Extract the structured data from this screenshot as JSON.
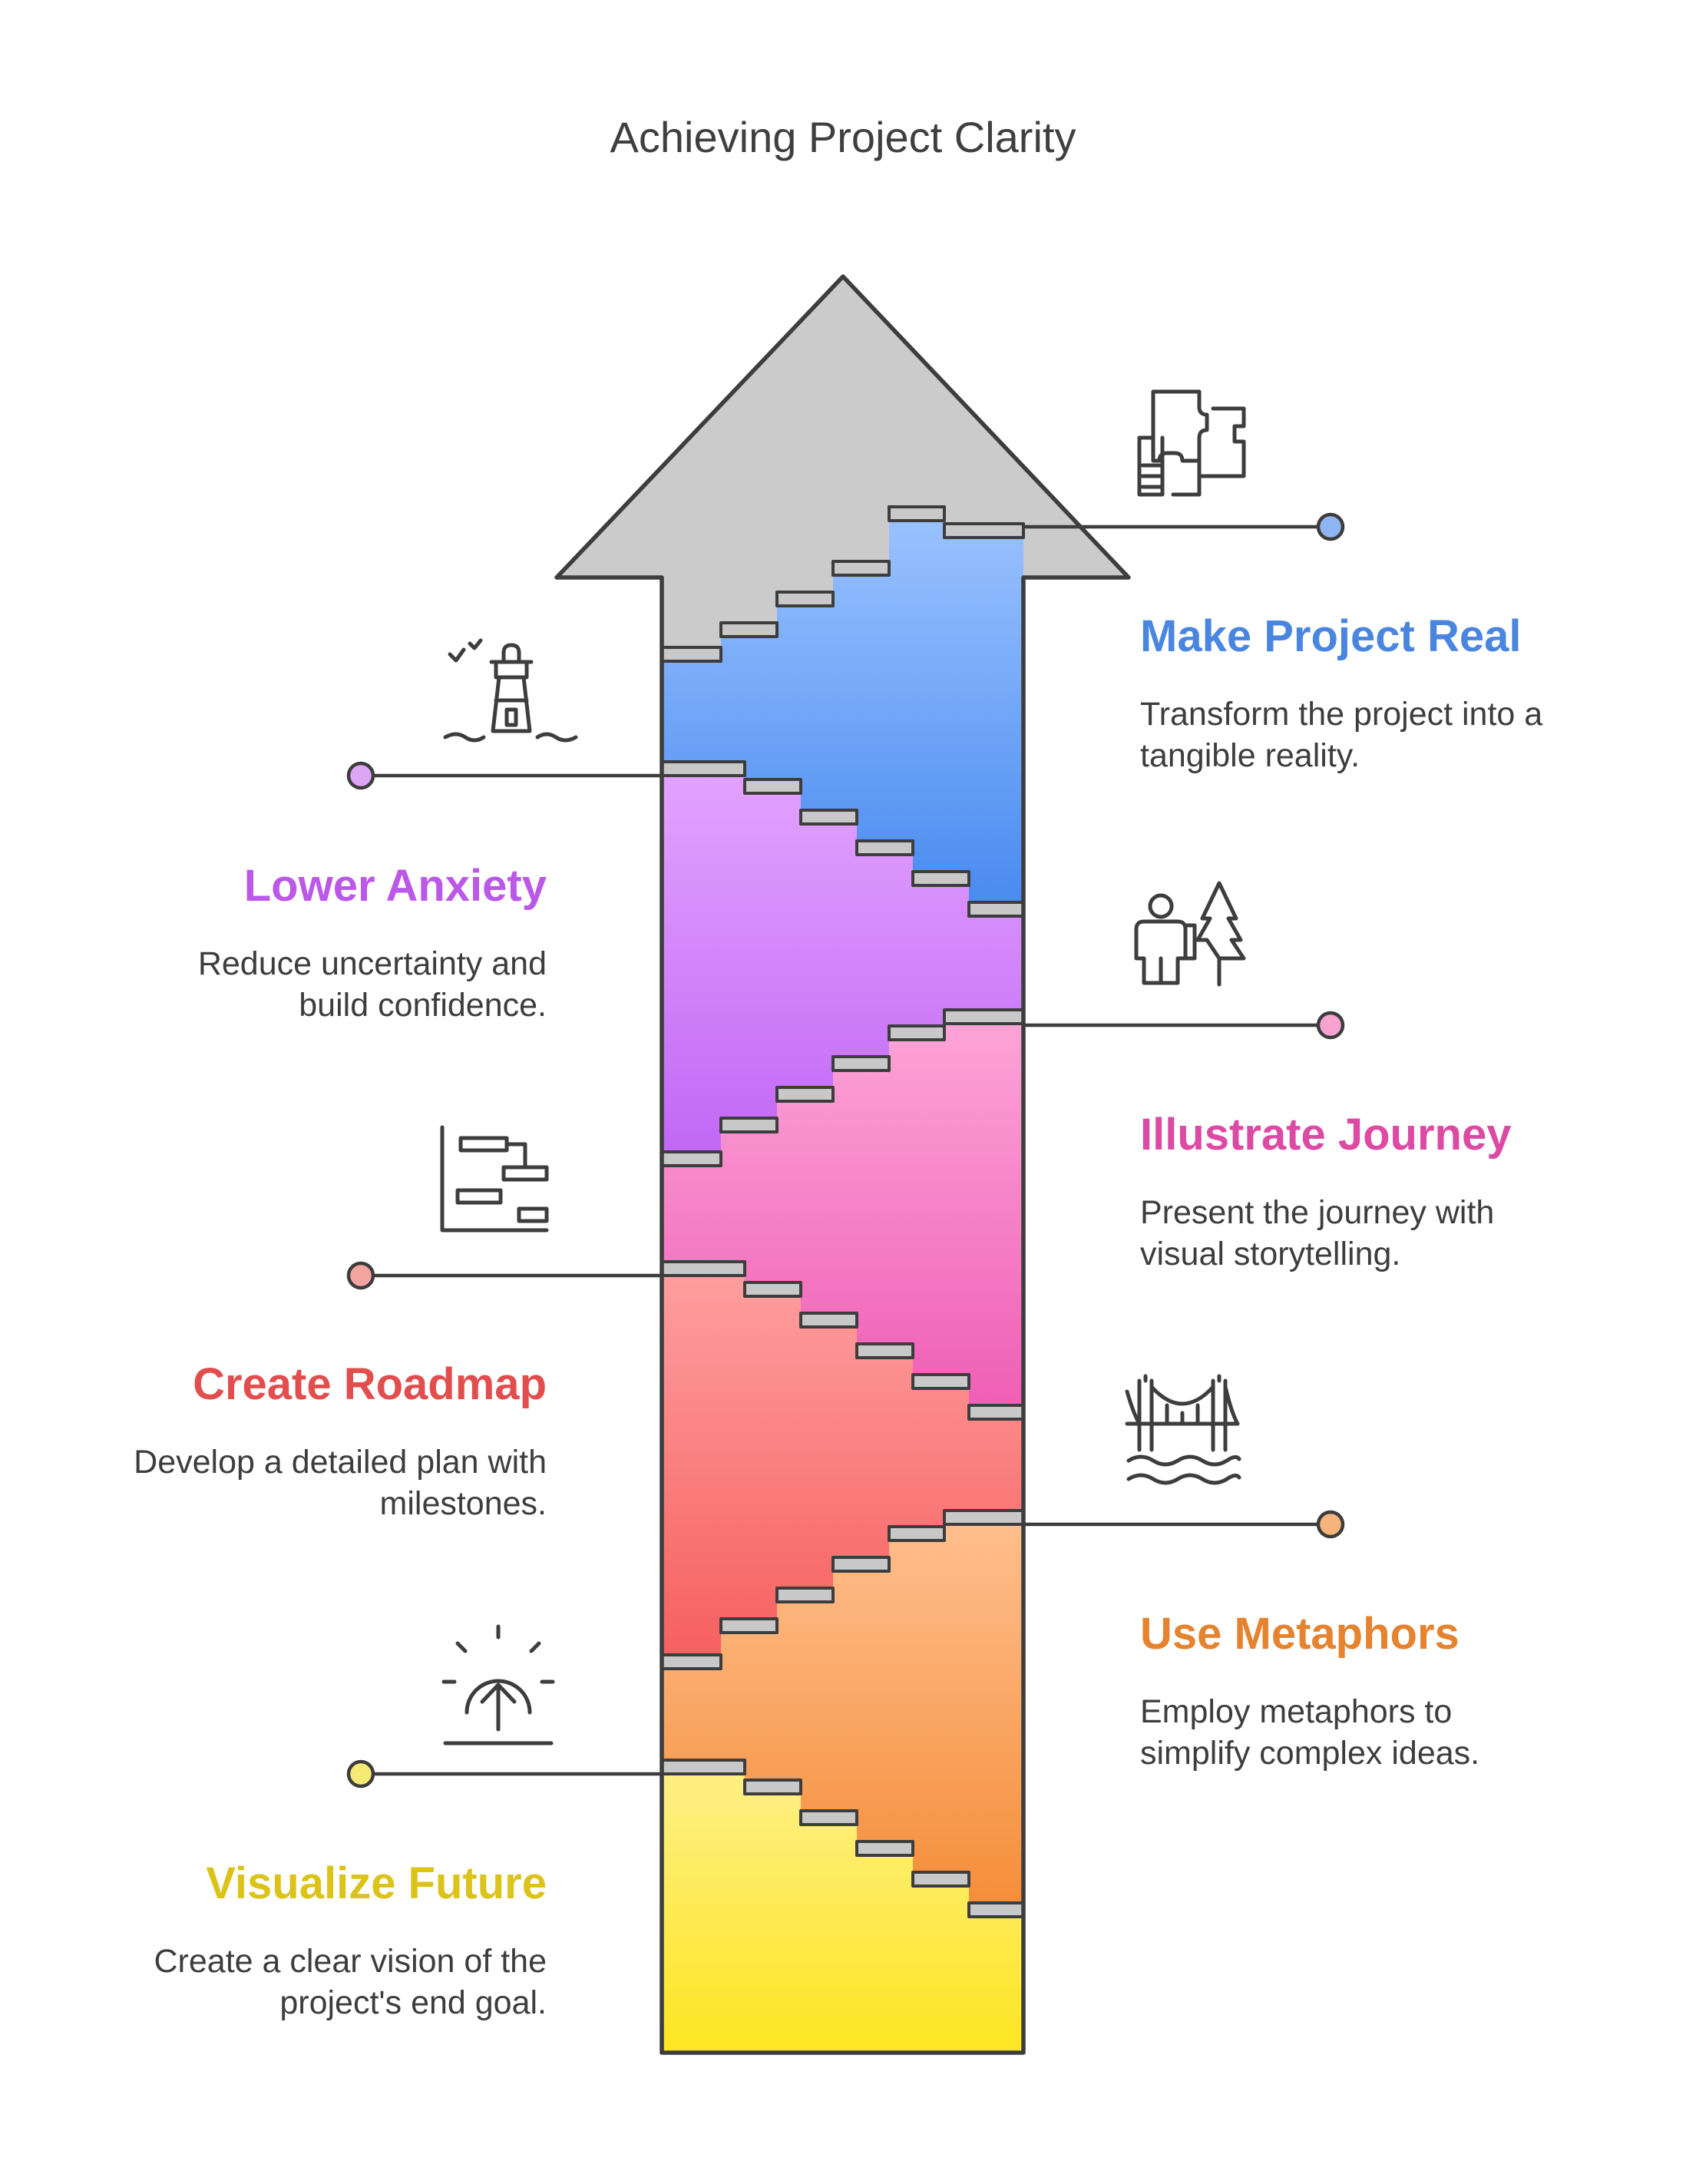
{
  "title": "Achieving Project Clarity",
  "steps": [
    {
      "id": "make-project-real",
      "title": "Make Project Real",
      "desc_lines": [
        "Transform the project into a",
        "tangible reality."
      ],
      "color": "#4a86e0",
      "icon": "puzzle-icon"
    },
    {
      "id": "lower-anxiety",
      "title": "Lower Anxiety",
      "desc_lines": [
        "Reduce uncertainty and",
        "build confidence."
      ],
      "color": "#bb58e8",
      "icon": "lighthouse-icon"
    },
    {
      "id": "illustrate-journey",
      "title": "Illustrate Journey",
      "desc_lines": [
        "Present the journey with",
        "visual storytelling."
      ],
      "color": "#dc4aa3",
      "icon": "hiker-tree-icon"
    },
    {
      "id": "create-roadmap",
      "title": "Create Roadmap",
      "desc_lines": [
        "Develop a detailed plan with",
        "milestones."
      ],
      "color": "#e24e4e",
      "icon": "gantt-chart-icon"
    },
    {
      "id": "use-metaphors",
      "title": "Use Metaphors",
      "desc_lines": [
        "Employ metaphors to",
        "simplify complex ideas."
      ],
      "color": "#e5832f",
      "icon": "bridge-icon"
    },
    {
      "id": "visualize-future",
      "title": "Visualize Future",
      "desc_lines": [
        "Create a clear vision of the",
        "project's end goal."
      ],
      "color": "#dcc31a",
      "icon": "sunrise-icon"
    }
  ]
}
